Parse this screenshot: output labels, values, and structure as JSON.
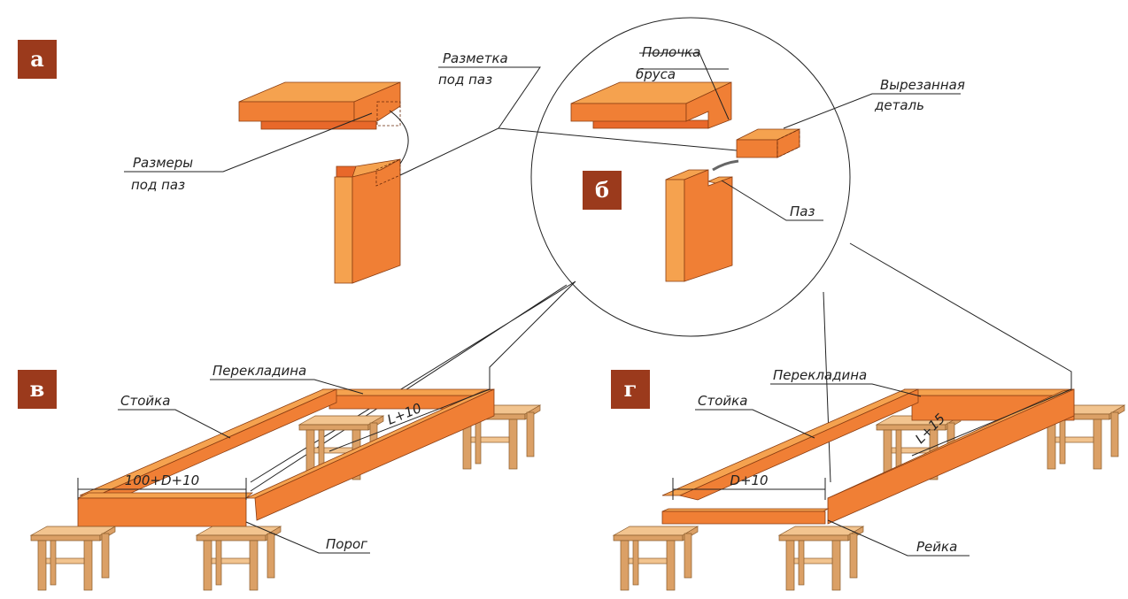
{
  "colors": {
    "panel_badge": "#9b3a1c",
    "timber": "#f07f35",
    "timber_light": "#f5a24f",
    "timber_dark": "#e8682a",
    "bench": "#f2c48f"
  },
  "panels": {
    "a": "а",
    "b": "б",
    "v": "в",
    "g": "г"
  },
  "panel_a": {
    "marking_line1": "Разметка",
    "marking_line2": "под паз",
    "dimensions_line1": "Размеры",
    "dimensions_line2": "под паз"
  },
  "panel_b": {
    "shelf_line1": "Полочка",
    "shelf_line2": "бруса",
    "cut_line1": "Вырезанная",
    "cut_line2": "деталь",
    "groove": "Паз"
  },
  "panel_v": {
    "crossbar": "Перекладина",
    "post": "Стойка",
    "length_dim": "L+10",
    "width_dim": "100+D+10",
    "threshold": "Порог"
  },
  "panel_g": {
    "crossbar": "Перекладина",
    "post": "Стойка",
    "length_dim": "L+15",
    "width_dim": "D+10",
    "rail": "Рейка"
  }
}
